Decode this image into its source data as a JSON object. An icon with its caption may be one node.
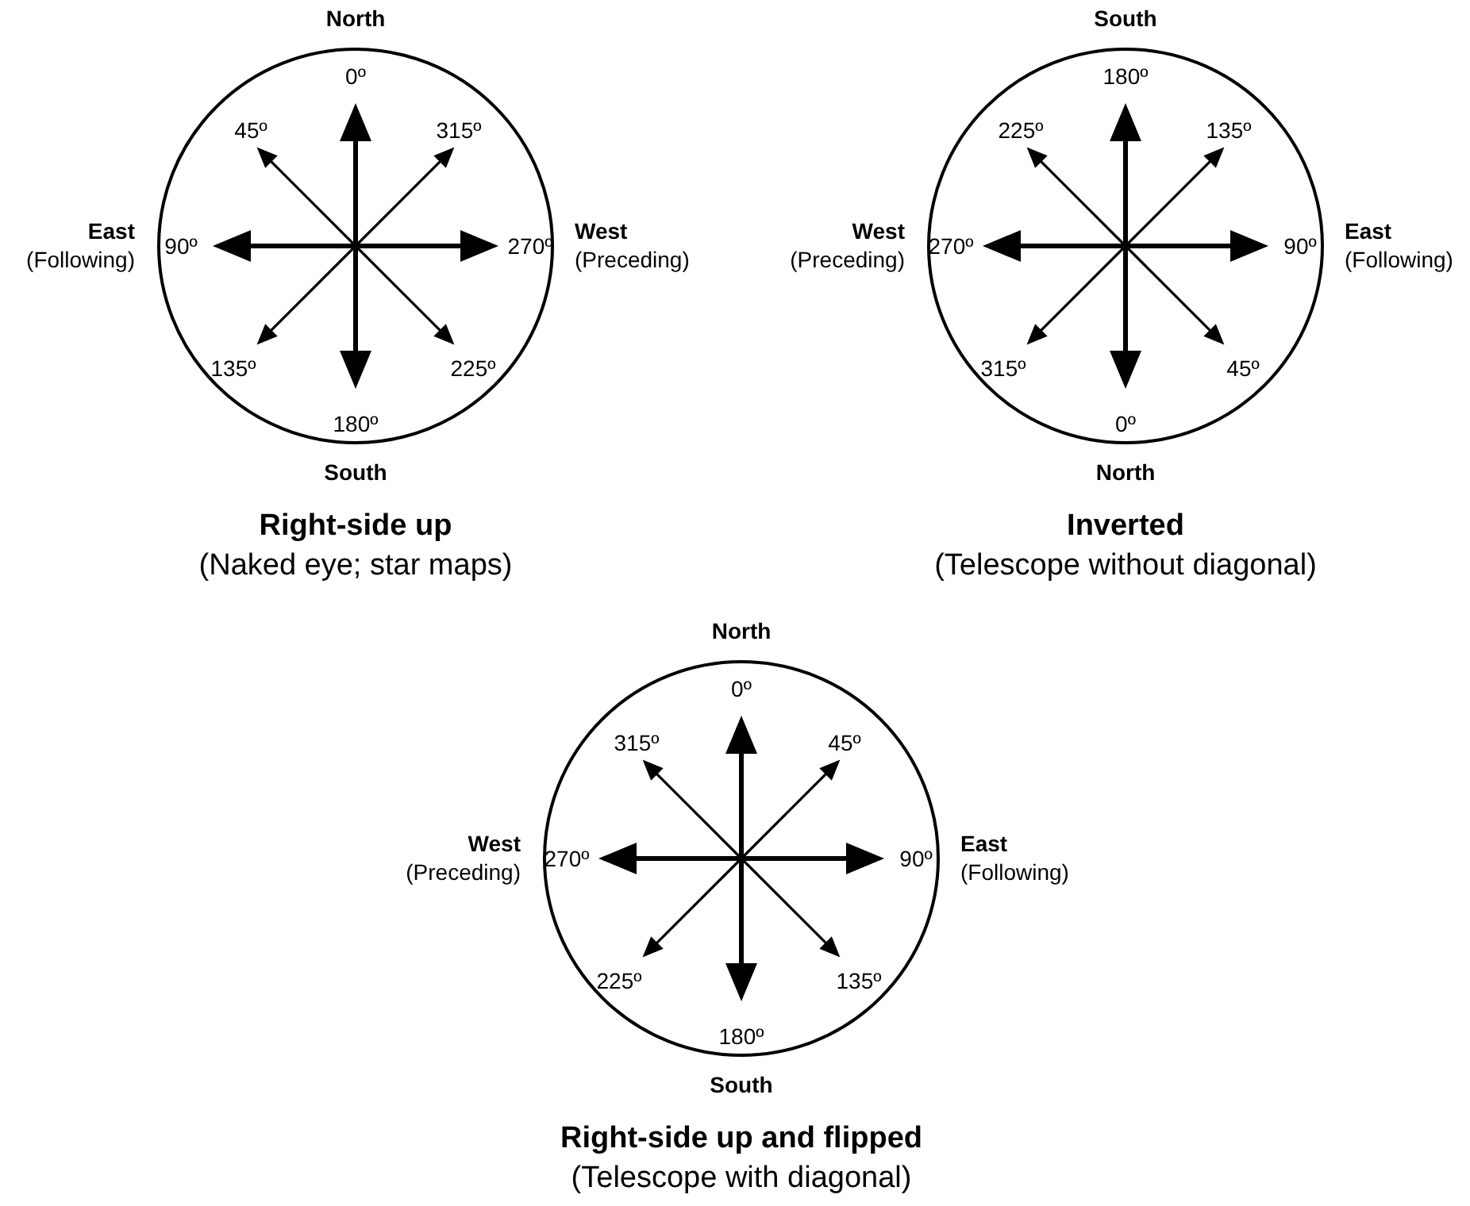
{
  "diagram": {
    "nodes": [
      {
        "text": [
          "0º",
          "45º",
          "315º",
          "90º",
          "270º",
          "135º",
          "225º",
          "180º"
        ],
        "beside": [
          "North",
          "East",
          "(Following)",
          "West",
          "(Preceding)",
          "South",
          "Right-side up",
          "(Naked eye; star maps)"
        ]
      },
      {
        "text": [
          "180º",
          "225º",
          "135º",
          "270º",
          "90º",
          "315º",
          "45º",
          "0º"
        ],
        "beside": [
          "South",
          "West",
          "(Preceding)",
          "East",
          "(Following)",
          "North",
          "Inverted",
          "(Telescope without diagonal)"
        ]
      },
      {
        "text": [
          "0º",
          "315º",
          "45º",
          "270º",
          "90º",
          "225º",
          "135º",
          "180º"
        ],
        "beside": [
          "North",
          "West",
          "(Preceding)",
          "East",
          "(Following)",
          "South",
          "Right-side up and flipped",
          "(Telescope with diagonal)"
        ]
      }
    ]
  }
}
